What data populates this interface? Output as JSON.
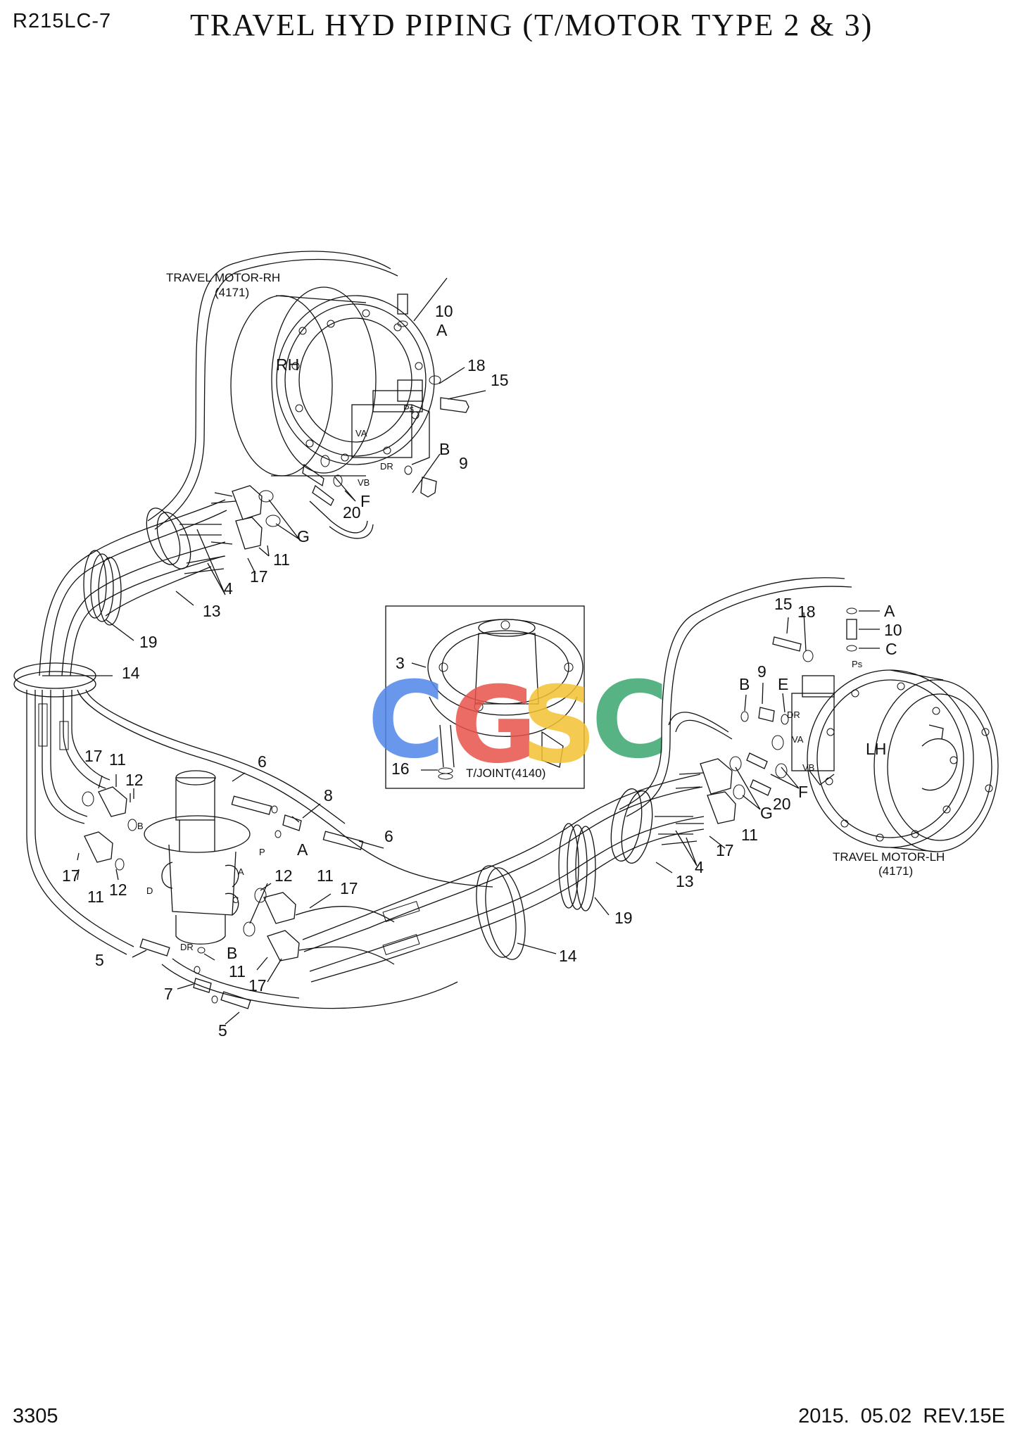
{
  "header": {
    "model": "R215LC-7",
    "title": "TRAVEL HYD PIPING (T/MOTOR TYPE 2 & 3)"
  },
  "footer": {
    "page": "3305",
    "date_rev": "2015. 05.02   REV.15E"
  },
  "assemblies": {
    "motor_rh_name": "TRAVEL MOTOR-RH",
    "motor_rh_code": "(4171)",
    "motor_rh_mark": "RH",
    "motor_lh_name": "TRAVEL MOTOR-LH",
    "motor_lh_code": "(4171)",
    "motor_lh_mark": "LH",
    "joint_name": "T/JOINT(4140)"
  },
  "callouts": {
    "rh_10": "10",
    "rh_A": "A",
    "rh_18": "18",
    "rh_15": "15",
    "rh_B": "B",
    "rh_9": "9",
    "rh_F": "F",
    "rh_20": "20",
    "rh_G": "G",
    "rh_11": "11",
    "rh_17": "17",
    "rh_4": "4",
    "rh_13": "13",
    "rh_19": "19",
    "rh_14": "14",
    "in_3": "3",
    "in_16": "16",
    "lh_15": "15",
    "lh_18": "18",
    "lh_A": "A",
    "lh_10": "10",
    "lh_C": "C",
    "lh_9": "9",
    "lh_B": "B",
    "lh_E": "E",
    "lh_F": "F",
    "lh_20": "20",
    "lh_G": "G",
    "lh_11": "11",
    "lh_17": "17",
    "lh_4": "4",
    "lh_13": "13",
    "lh_19": "19",
    "lh_14": "14",
    "c_17a": "17",
    "c_11a": "11",
    "c_12a": "12",
    "c_6a": "6",
    "c_8": "8",
    "c_A": "A",
    "c_6b": "6",
    "c_17b": "17",
    "c_11b": "11",
    "c_12b": "12",
    "c_12c": "12",
    "c_11c": "11",
    "c_17c": "17",
    "c_11d": "11",
    "c_17d": "17",
    "c_5a": "5",
    "c_B": "B",
    "c_7": "7",
    "c_5b": "5"
  },
  "port_marks": {
    "rh_ps": "Ps",
    "rh_va": "VA",
    "rh_vb": "VB",
    "rh_dr": "DR",
    "lh_ps": "Ps",
    "lh_va": "VA",
    "lh_vb": "VB",
    "lh_dr": "DR",
    "j_b": "B",
    "j_p": "P",
    "j_a": "A",
    "j_c": "C",
    "j_d": "D",
    "j_dr": "DR"
  },
  "watermark": {
    "letters": [
      "C",
      "G",
      "S",
      "C"
    ],
    "colors": [
      "#4f86e8",
      "#e8534a",
      "#f3c232",
      "#3aa66e"
    ]
  }
}
